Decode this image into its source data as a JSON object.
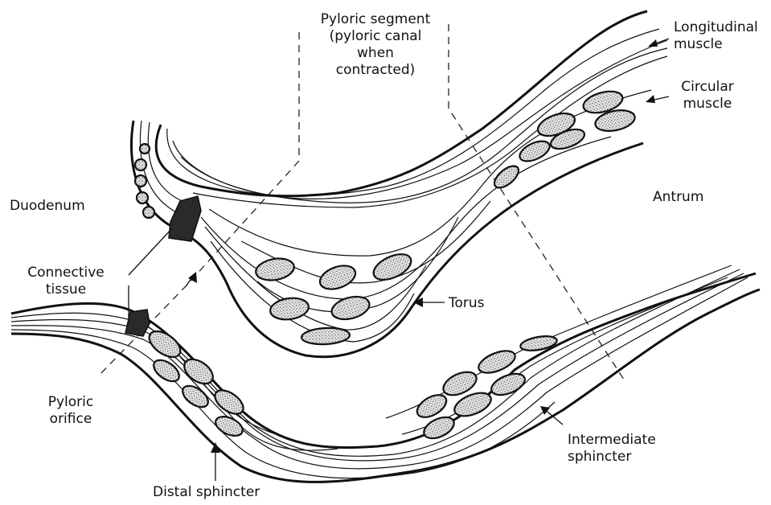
{
  "diagram": {
    "labels": {
      "pyloric_segment": [
        "Pyloric segment",
        "(pyloric canal",
        "when",
        "contracted)"
      ],
      "longitudinal_muscle": [
        "Longitudinal",
        "muscle"
      ],
      "circular_muscle": [
        "Circular",
        "muscle"
      ],
      "antrum": "Antrum",
      "duodenum": "Duodenum",
      "connective_tissue": [
        "Connective",
        "tissue"
      ],
      "torus": "Torus",
      "pyloric_orifice": [
        "Pyloric",
        "orifice"
      ],
      "intermediate_sphincter": [
        "Intermediate",
        "sphincter"
      ],
      "distal_sphincter": "Distal sphincter"
    },
    "colors": {
      "ink": "#111111",
      "connective_tissue_fill": "#2a2a2a",
      "muscle_fill": "#d9d9d9"
    }
  }
}
